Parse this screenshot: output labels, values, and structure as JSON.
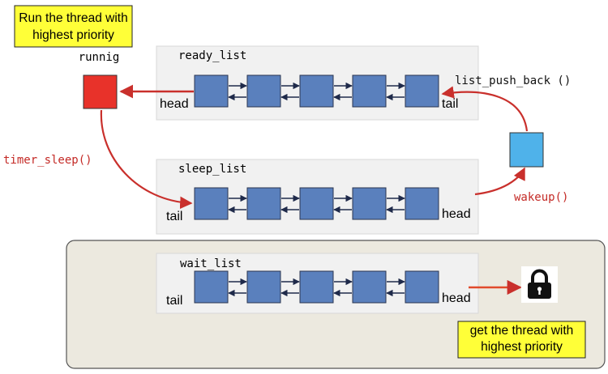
{
  "notes": {
    "top": [
      "Run the thread with",
      "highest priority"
    ],
    "bottom": [
      "get the thread with",
      "highest priority"
    ]
  },
  "running": {
    "label": "runnig"
  },
  "ready_list": {
    "title": "ready_list",
    "left_end": "head",
    "right_end": "tail",
    "push_label": "list_push_back ()"
  },
  "sleep_list": {
    "title": "sleep_list",
    "left_end": "tail",
    "right_end": "head",
    "sleep_call": "timer_sleep()",
    "wakeup_call": "wakeup()"
  },
  "wait_list": {
    "title": "wait_list",
    "left_end": "tail",
    "right_end": "head"
  },
  "colors": {
    "node": "#5a80bd",
    "running": "#e8322a",
    "woken": "#4fb2ea",
    "note": "#ffff38",
    "arrow_red": "#c9302c",
    "mono_red": "#c42a26"
  },
  "icons": {
    "lock": "padlock-icon"
  }
}
